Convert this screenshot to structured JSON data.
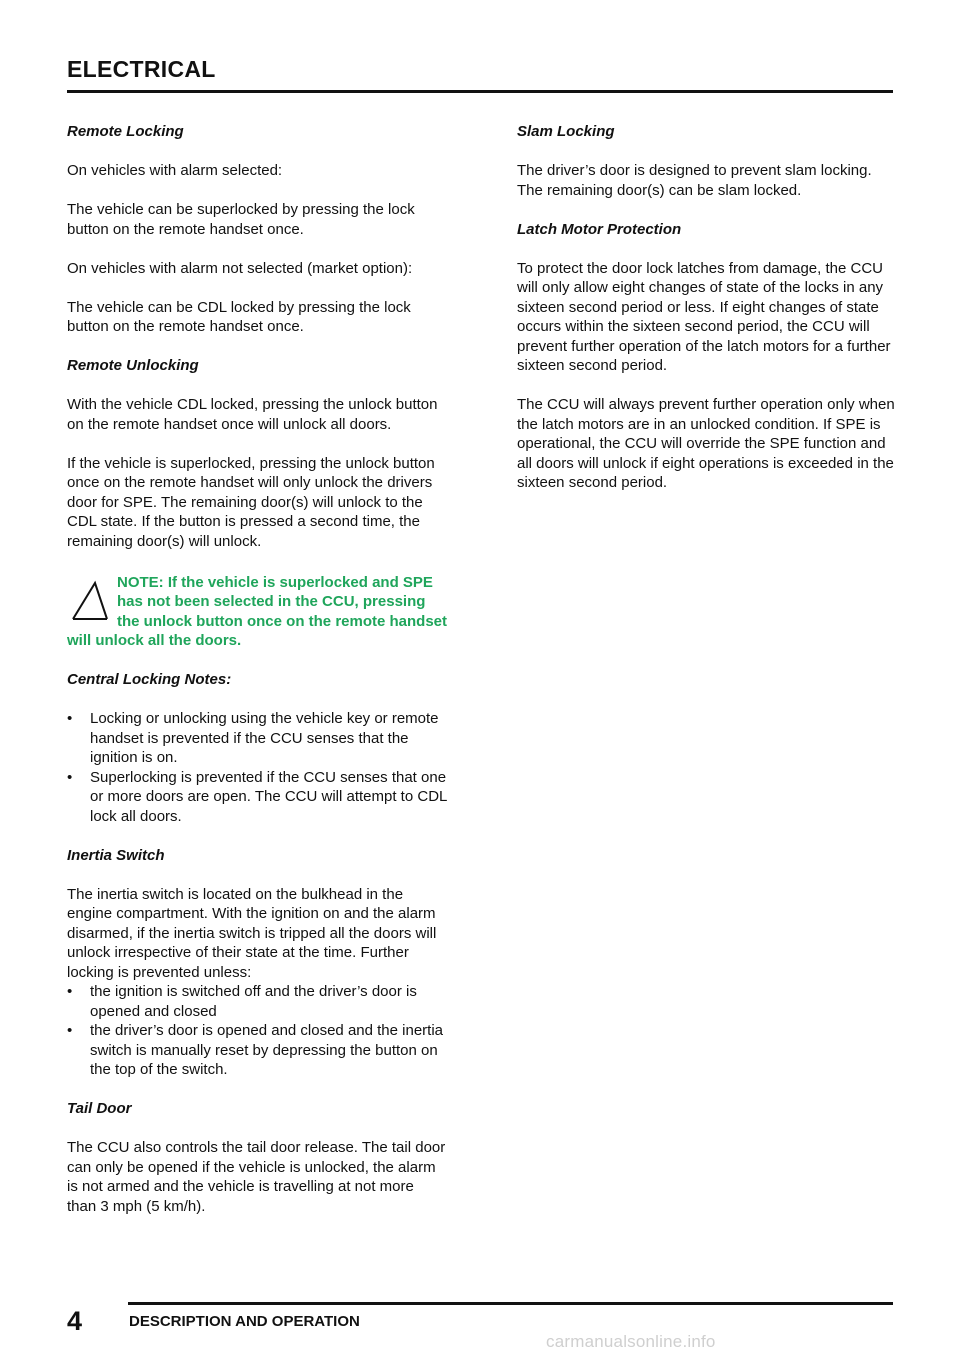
{
  "header": {
    "title": "ELECTRICAL"
  },
  "left": {
    "remote_locking": {
      "heading": "Remote Locking",
      "p1": "On vehicles with alarm selected:",
      "p2": "The vehicle can be superlocked by pressing the lock button on the remote handset once.",
      "p3": "On vehicles with alarm not selected (market option):",
      "p4": "The vehicle can be CDL locked by pressing the lock button on the remote handset once."
    },
    "remote_unlocking": {
      "heading": "Remote Unlocking",
      "p1": "With the vehicle CDL locked, pressing the unlock button on the remote handset once will unlock all doors.",
      "p2": "If the vehicle is superlocked, pressing the unlock button once on the remote handset will only unlock the drivers door for SPE. The remaining door(s) will unlock to the CDL state. If the button is pressed a second time, the remaining door(s) will unlock."
    },
    "note": {
      "text": "NOTE: If the vehicle is superlocked and SPE has not been selected in the CCU, pressing the unlock button once on the remote handset will unlock all the doors."
    },
    "central_locking_notes": {
      "heading": "Central Locking Notes:",
      "items": [
        "Locking or unlocking using the vehicle key or remote handset is prevented if the CCU senses that the ignition is on.",
        "Superlocking is prevented if the CCU senses that one or more doors are open. The CCU will attempt to CDL lock all doors."
      ]
    },
    "inertia_switch": {
      "heading": "Inertia Switch",
      "p1": "The inertia switch is located on the bulkhead in the engine compartment. With the ignition on and the alarm disarmed, if the inertia switch is tripped all the doors will unlock irrespective of their state at the time. Further locking is prevented unless:",
      "items": [
        "the ignition is switched off and the driver’s door is opened and closed",
        "the driver’s door is opened and closed and the inertia switch is manually reset by depressing the button on the top of the switch."
      ]
    },
    "tail_door": {
      "heading": "Tail Door",
      "p1": "The CCU also controls the tail door release. The tail door can only be opened if the vehicle is unlocked, the alarm is not armed and the vehicle is travelling at not more than 3 mph (5 km/h)."
    }
  },
  "right": {
    "slam_locking": {
      "heading": "Slam Locking",
      "p1": "The driver’s door is designed to prevent slam locking. The remaining door(s) can be slam locked."
    },
    "latch_motor": {
      "heading": "Latch Motor Protection",
      "p1": "To protect the door lock latches from damage, the CCU will only allow eight changes of state of the locks in any sixteen second period or less. If eight changes of state occurs within the sixteen second period, the CCU will prevent further operation of the latch motors for a further sixteen second period.",
      "p2": "The CCU will always prevent further operation only when the latch motors are in an unlocked condition. If SPE is operational, the CCU will override the SPE function and all doors will unlock if eight operations is exceeded in the sixteen second period."
    }
  },
  "footer": {
    "page_number": "4",
    "section": "DESCRIPTION AND OPERATION",
    "watermark": "carmanualsonline.info"
  },
  "colors": {
    "note": "#1fa55b",
    "text": "#111111"
  },
  "icons": {
    "note": "warning-triangle-icon",
    "bullet": "bullet-dot"
  }
}
